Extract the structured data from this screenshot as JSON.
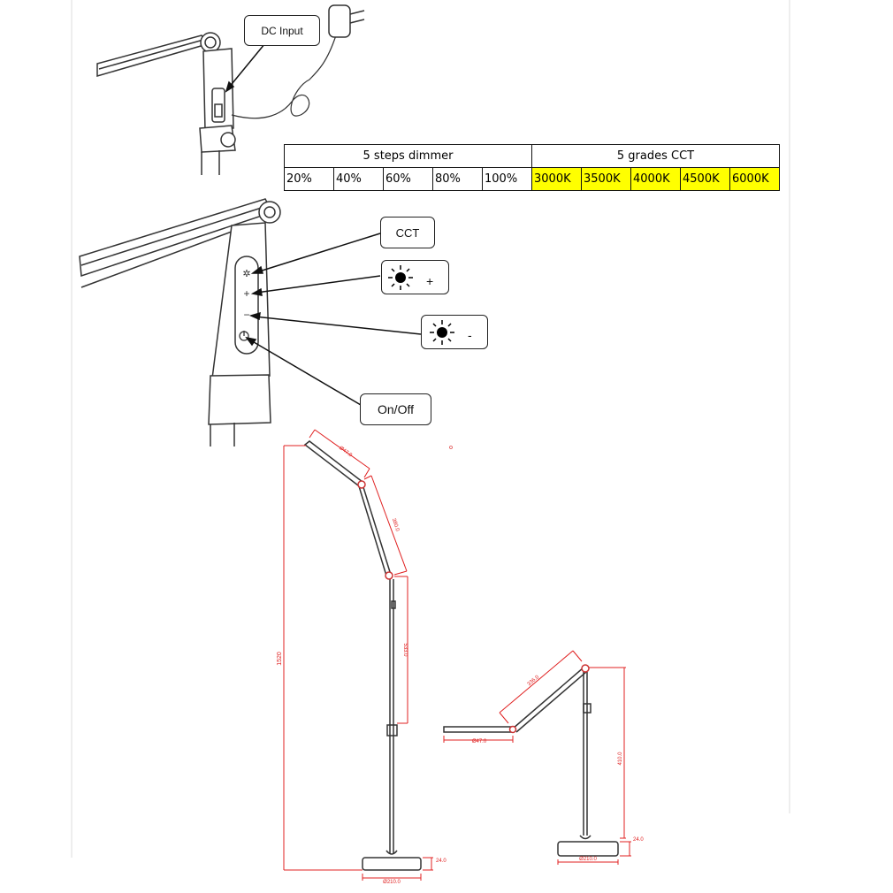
{
  "callouts": {
    "dc_input": "DC Input",
    "cct": "CCT",
    "bright_plus": "+",
    "bright_minus": "-",
    "on_off": "On/Off"
  },
  "table": {
    "dimmer_header": "5 steps dimmer",
    "cct_header": "5 grades CCT",
    "dimmer_steps": [
      "20%",
      "40%",
      "60%",
      "80%",
      "100%"
    ],
    "cct_grades": [
      "3000K",
      "3500K",
      "4000K",
      "4500K",
      "6000K"
    ]
  },
  "dimensions": {
    "floor": {
      "height": "1520",
      "head": "Ø47.0",
      "upper_arm": "380.0",
      "pole": "533.0",
      "base_dia": "Ø210.0",
      "base_h": "24.0"
    },
    "desk": {
      "arm": "336.0",
      "head": "Ø47.0",
      "height": "410.0",
      "base_dia": "Ø210.0",
      "base_h": "24.0"
    }
  },
  "colors": {
    "dimension_red": "#e02020",
    "cct_highlight": "#ffff00",
    "line": "#222222"
  }
}
